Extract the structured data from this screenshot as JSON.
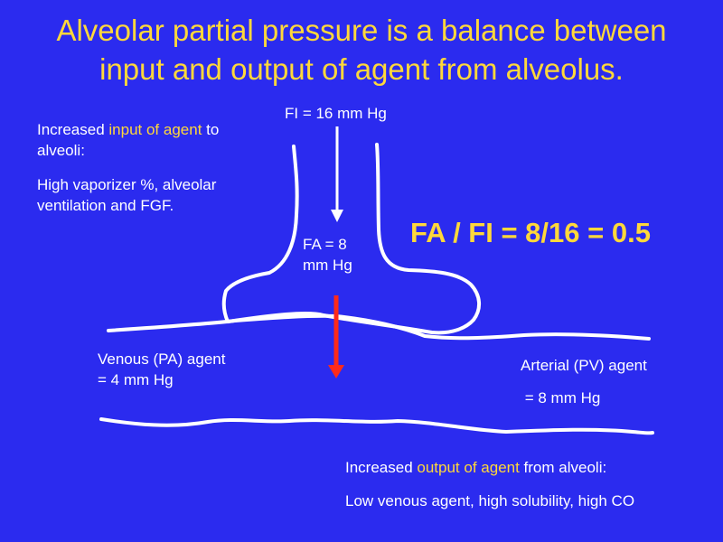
{
  "title": {
    "line1": "Alveolar partial pressure is a balance between",
    "line2": "input and output of agent from alveolus."
  },
  "input_note": {
    "heading_prefix": "Increased ",
    "heading_highlight": "input of agent",
    "heading_suffix_line1": " to",
    "heading_suffix_line2": "alveoli:",
    "detail_line1": "High vaporizer %, alveolar",
    "detail_line2": "ventilation and FGF."
  },
  "fi_label": "FI = 16 mm Hg",
  "fa_label": {
    "line1": "FA = 8",
    "line2": "mm Hg"
  },
  "formula": "FA / FI = 8/16 = 0.5",
  "venous": {
    "line1": "Venous (PA) agent",
    "line2": "= 4 mm Hg"
  },
  "arterial": {
    "line1": "Arterial (PV) agent",
    "line2": " = 8 mm Hg"
  },
  "output_note": {
    "heading_prefix": "Increased ",
    "heading_highlight": "output of agent",
    "heading_suffix": " from alveoli:",
    "detail": "Low venous agent, high solubility, high CO"
  },
  "colors": {
    "background": "#2b2bef",
    "title": "#ffd83a",
    "text": "#ffffff",
    "highlight": "#ffd83a",
    "output_arrow": "#ff2a1a",
    "drawing": "#ffffff"
  }
}
